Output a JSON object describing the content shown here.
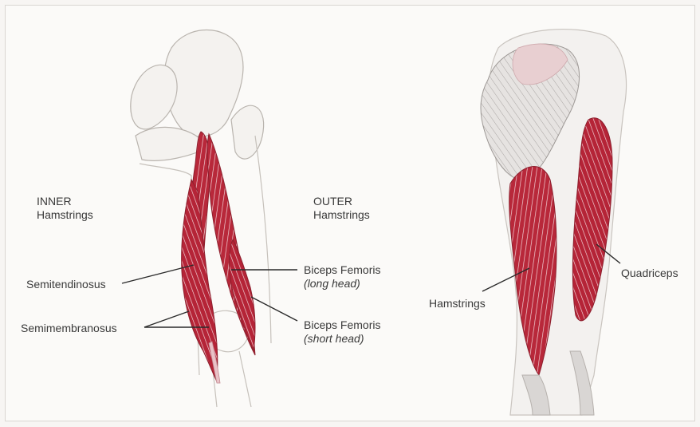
{
  "left_figure": {
    "inner_group": {
      "line1": "INNER",
      "line2": "Hamstrings"
    },
    "outer_group": {
      "line1": "OUTER",
      "line2": "Hamstrings"
    },
    "semitendinosus": "Semitendinosus",
    "semimembranosus": "Semimembranosus",
    "biceps_long": {
      "name": "Biceps Femoris",
      "detail": "(long head)"
    },
    "biceps_short": {
      "name": "Biceps Femoris",
      "detail": "(short head)"
    }
  },
  "right_figure": {
    "hamstrings": "Hamstrings",
    "quadriceps": "Quadriceps"
  },
  "colors": {
    "muscle_red": "#b8283a",
    "muscle_light": "#e7b4ba",
    "bone_outline": "#b9b4ae",
    "leader_line": "#2b2b2b"
  }
}
